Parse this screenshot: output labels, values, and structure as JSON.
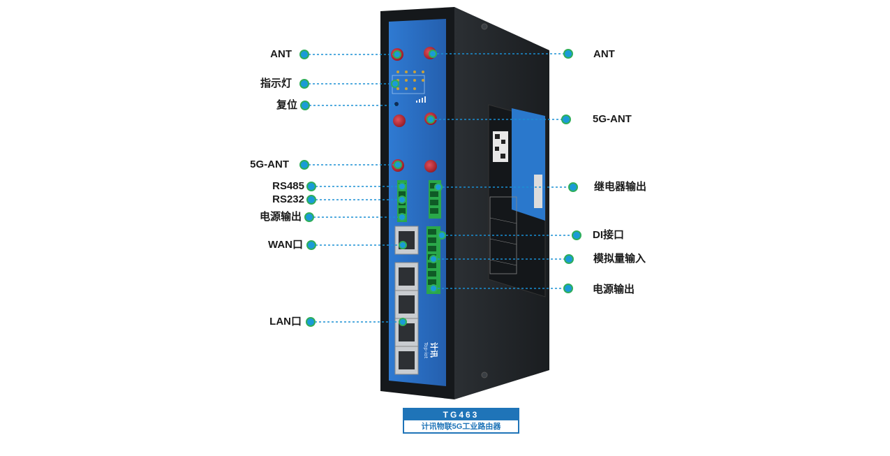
{
  "labels": {
    "left": {
      "ant": "ANT",
      "indicator": "指示灯",
      "reset": "复位",
      "ant5g": "5G-ANT",
      "rs485": "RS485",
      "rs232": "RS232",
      "power_out": "电源输出",
      "wan": "WAN口",
      "lan": "LAN口"
    },
    "right": {
      "ant": "ANT",
      "ant5g": "5G-ANT",
      "relay_out": "继电器输出",
      "di": "DI接口",
      "analog_in": "模拟量输入",
      "power_out": "电源输出"
    }
  },
  "caption": {
    "model": "TG463",
    "description": "计讯物联5G工业路由器"
  },
  "device": {
    "brand": "计讯",
    "brand_sub": "Top-iot"
  },
  "colors": {
    "dot_fill": "#1a9bd7",
    "dot_ring": "#2fae5a",
    "leader_line": "#1a8fd4",
    "panel_blue": "#2a6fc6",
    "chassis": "#1c1f22",
    "antenna": "#b3232e",
    "terminal": "#2aa84a",
    "caption_blue": "#1f74b8"
  }
}
